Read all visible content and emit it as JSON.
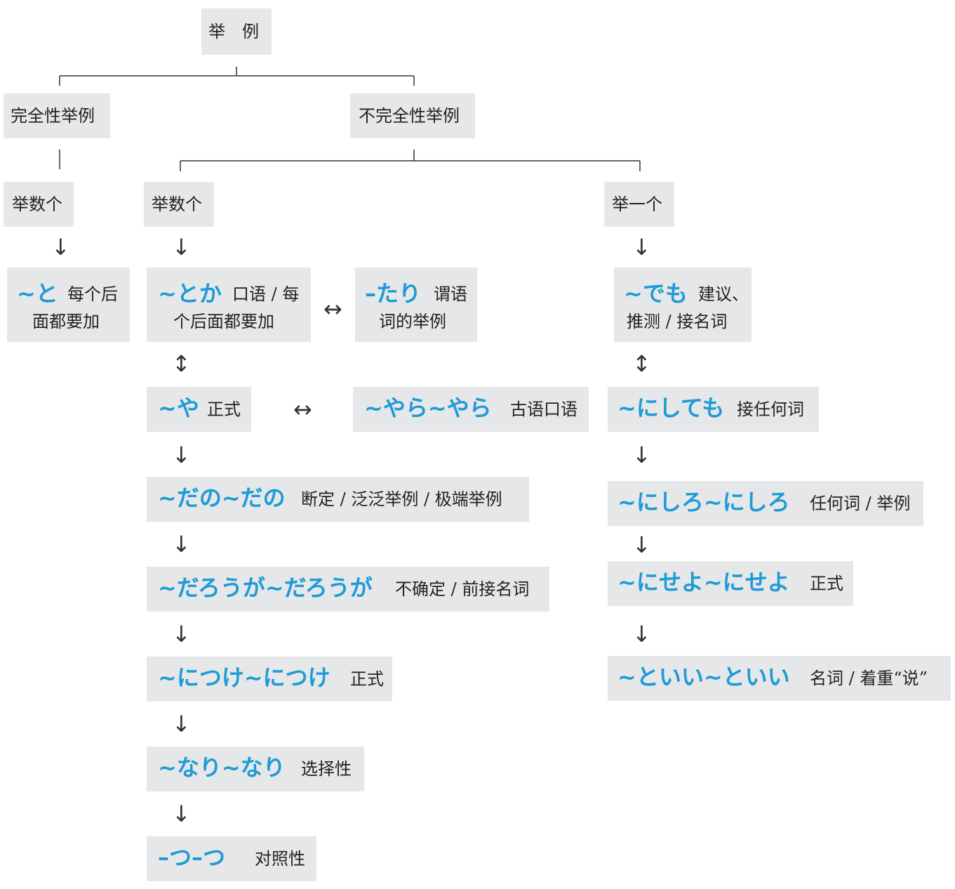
{
  "root": "举　例",
  "level1": {
    "left": "完全性举例",
    "right": "不完全性举例"
  },
  "level2": {
    "left": "举数个",
    "mid": "举数个",
    "right": "举一个"
  },
  "complete": {
    "jp": "~と",
    "note_line1": "每个后",
    "note_line2": "面都要加"
  },
  "multi": [
    {
      "jp": "~とか",
      "note_line1": "口语 / 每",
      "note_line2": "个后面都要加"
    },
    {
      "jp": "~や",
      "note": "正式"
    },
    {
      "jp": "~だの~だの",
      "note": "断定 / 泛泛举例 / 极端举例"
    },
    {
      "jp": "~だろうが~だろうが",
      "note": "不确定 / 前接名词"
    },
    {
      "jp": "~につけ~につけ",
      "note": "正式"
    },
    {
      "jp": "~なり~なり",
      "note": "选择性"
    },
    {
      "jp": "–つ–つ",
      "note": "对照性"
    }
  ],
  "side": [
    {
      "jp": "–たり",
      "note_line1": "谓语",
      "note_line2": "词的举例"
    },
    {
      "jp": "~やら~やら",
      "note": "古语口语"
    }
  ],
  "single": [
    {
      "jp": "~でも",
      "note_line1": "建议、",
      "note_line2": "推测 / 接名词"
    },
    {
      "jp": "~にしても",
      "note": "接任何词"
    },
    {
      "jp": "~にしろ~にしろ",
      "note": "任何词 / 举例"
    },
    {
      "jp": "~にせよ~にせよ",
      "note": "正式"
    },
    {
      "jp": "~といい~といい",
      "note": "名词 / 着重“说”"
    }
  ],
  "arrows": {
    "down": "↓",
    "updown": "↕",
    "leftright": "↔"
  },
  "colors": {
    "accent": "#1e9bd7",
    "box": "#e6e7e8"
  }
}
